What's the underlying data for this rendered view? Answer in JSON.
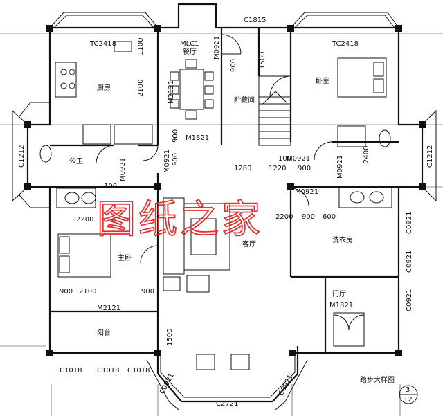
{
  "watermark": "图纸之家",
  "rooms": {
    "kitchen": "厨房",
    "dining": "餐厅",
    "storage": "贮藏间",
    "bedroom": "卧室",
    "public_wc": "公卫",
    "master_bed": "主卧",
    "living": "客厅",
    "laundry": "洗衣房",
    "foyer": "门厅",
    "balcony": "阳台"
  },
  "labels": {
    "c1815": "C1815",
    "tc2418_left": "TC2418",
    "tc2418_right": "TC2418",
    "mlc1": "MLC1",
    "m0921_a": "M0921",
    "m0921_b": "M0921",
    "m0921_c": "M0921",
    "m0921_d": "M0921",
    "m0921_e": "M0921",
    "m0921_f": "M0921",
    "m2121_a": "M2121",
    "m2121_b": "M2121",
    "m1821_a": "M1821",
    "m1821_b": "M1821",
    "c1212_left": "C1212",
    "c1212_right": "C1212",
    "c0921_a": "C0921",
    "c0921_b": "C0921",
    "c0921_c": "C0921",
    "c0921_d": "C0921",
    "c0921_e": "C0921",
    "c1018_a": "C1018",
    "c1018_b": "C1018",
    "c1018_c": "C1018",
    "c2721": "C2721",
    "step_detail": "踏步大样图",
    "detail_num": "3",
    "detail_sheet": "12"
  },
  "dims": {
    "d1100": "1100",
    "d2100_kitchen": "2100",
    "d1500_stor": "1500",
    "d900_stor": "900",
    "d900_a": "900",
    "d900_b": "900",
    "d1280": "1280",
    "d1220": "1220",
    "d1000": "100",
    "d900_c": "900",
    "d2400": "2400",
    "d2200_left": "2200",
    "d2100_master": "2100",
    "d900_d": "900",
    "d900_e": "900",
    "d2200_right": "2200",
    "d900_f": "900",
    "d600": "600",
    "d1500_porch": "1500",
    "d1000_master": "100"
  }
}
